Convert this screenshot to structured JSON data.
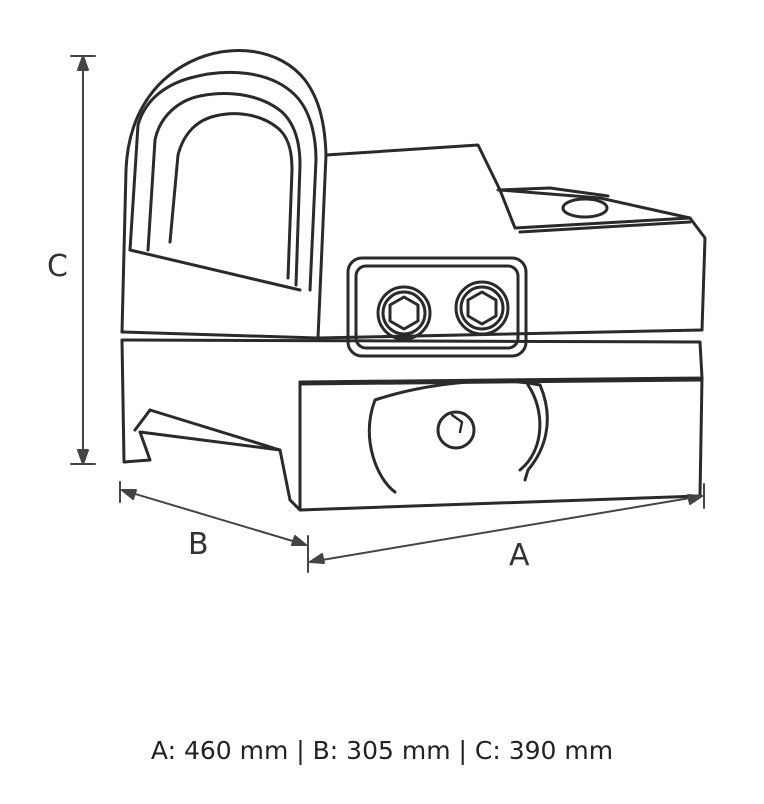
{
  "dimension_labels": {
    "a": "A",
    "b": "B",
    "c": "C"
  },
  "caption": {
    "a": "A: 460 mm",
    "b": "B: 305 mm",
    "c": "C: 390 mm",
    "separator": " | "
  },
  "colors": {
    "line": "#2a2a2a",
    "dimension_line": "#444444",
    "text": "#222222"
  },
  "icons": [
    "hex-screw-icon",
    "round-screw-icon"
  ]
}
